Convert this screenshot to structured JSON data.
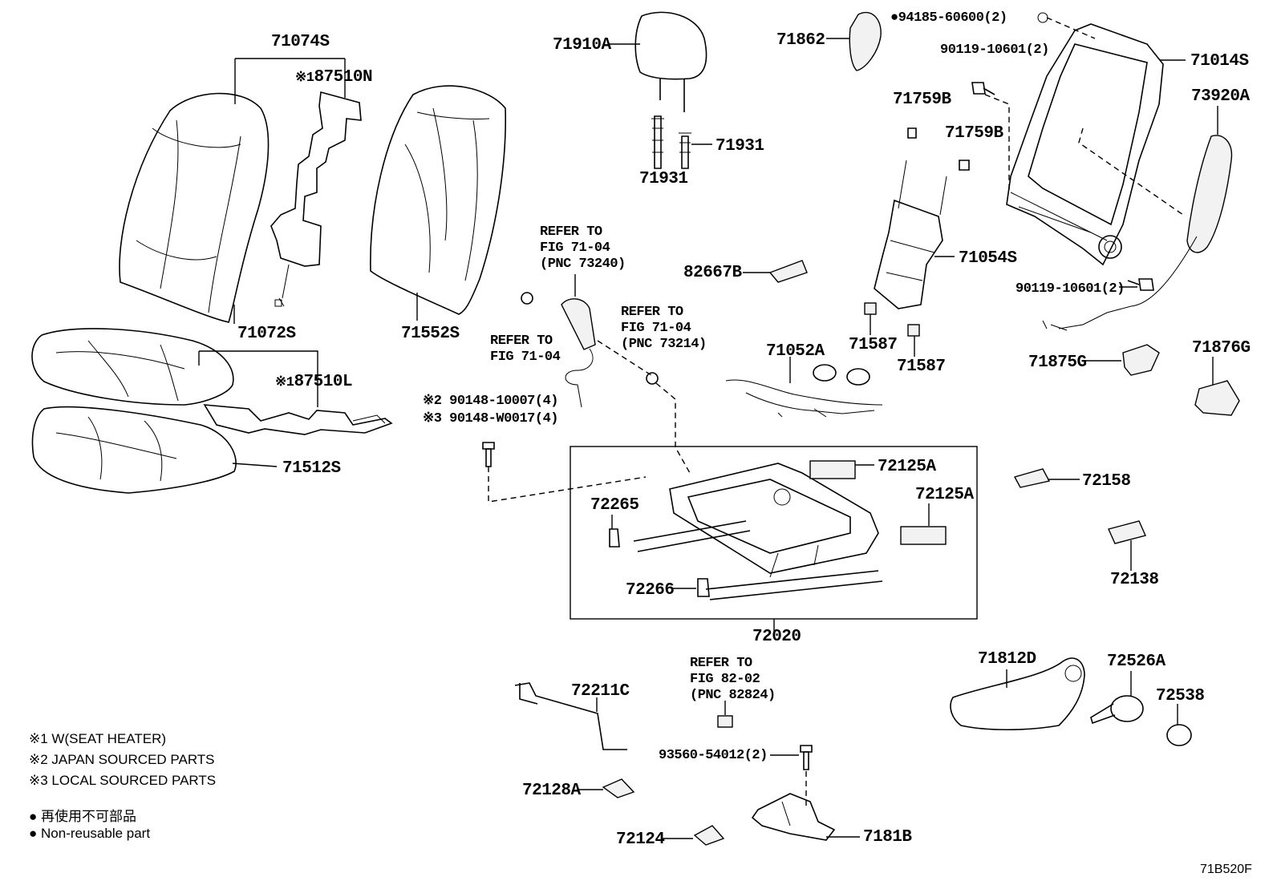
{
  "parts": {
    "p71074S": "71074S",
    "p87510N": "87510N",
    "p87510N_mark": "※1",
    "p71072S": "71072S",
    "p87510L": "87510L",
    "p87510L_mark": "※1",
    "p71552S": "71552S",
    "p71512S": "71512S",
    "p71910A": "71910A",
    "p71931a": "71931",
    "p71931b": "71931",
    "p71862": "71862",
    "p94185": "94185-60600(2)",
    "p90119a": "90119-10601(2)",
    "p90119b": "90119-10601(2)",
    "p71014S": "71014S",
    "p73920A": "73920A",
    "p71759Ba": "71759B",
    "p71759Bb": "71759B",
    "p71054S": "71054S",
    "p82667B": "82667B",
    "p71052A": "71052A",
    "p71587a": "71587",
    "p71587b": "71587",
    "p71875G": "71875G",
    "p71876G": "71876G",
    "p90148a": "90148-10007(4)",
    "p90148a_mark": "※2",
    "p90148b": "90148-W0017(4)",
    "p90148b_mark": "※3",
    "p72125Aa": "72125A",
    "p72125Ab": "72125A",
    "p72265": "72265",
    "p72266": "72266",
    "p72020": "72020",
    "p72158": "72158",
    "p72138": "72138",
    "p71812D": "71812D",
    "p72526A": "72526A",
    "p72538": "72538",
    "p72211C": "72211C",
    "p93560": "93560-54012(2)",
    "p72128A": "72128A",
    "p72124": "72124",
    "p7181B": "7181B"
  },
  "refs": {
    "r1": [
      "REFER TO",
      "FIG 71-04",
      "(PNC 73240)"
    ],
    "r2": [
      "REFER TO",
      "FIG 71-04"
    ],
    "r3": [
      "REFER TO",
      "FIG 71-04",
      "(PNC 73214)"
    ],
    "r4": [
      "REFER TO",
      "FIG 82-02",
      "(PNC 82824)"
    ]
  },
  "legend": {
    "n1": "※1  W(SEAT HEATER)",
    "n2": "※2  JAPAN SOURCED PARTS",
    "n3": "※3  LOCAL SOURCED PARTS",
    "n4": "●  再使用不可部品",
    "n5": "●  Non-reusable part"
  },
  "non_reusable_marker": "●",
  "figure_code": "71B520F"
}
